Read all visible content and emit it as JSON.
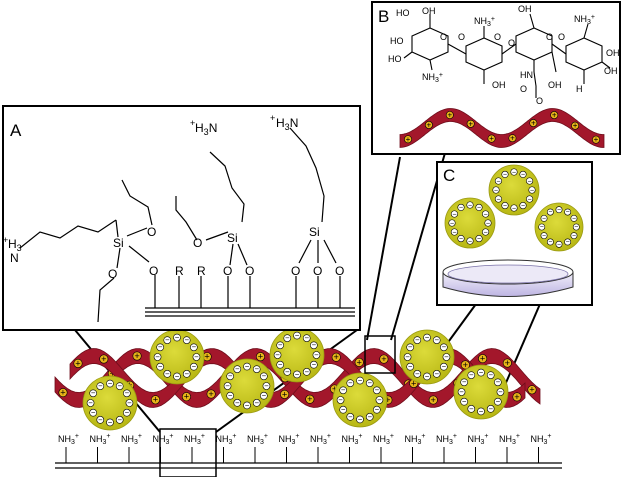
{
  "panels": {
    "a": {
      "letter": "A"
    },
    "b": {
      "letter": "B"
    },
    "c": {
      "letter": "C"
    }
  },
  "panel_a": {
    "n_label": "N",
    "h3_label": "H",
    "h3_sub": "3",
    "plus": "+",
    "si": "Si",
    "o": "O",
    "r": "R"
  },
  "panel_b": {
    "ho": "HO",
    "oh": "OH",
    "o": "O",
    "nh3": "NH",
    "nh3_sub": "3",
    "plus": "+",
    "hn": "HN",
    "h": "H"
  },
  "surface": {
    "amine_label": "NH",
    "amine_sub": "3",
    "amine_sup": "+",
    "amine_count": 16
  },
  "charges": {
    "positive": "+",
    "negative": "−"
  },
  "colors": {
    "chitosan_ribbon": "#a3172b",
    "nanoparticle_fill": "#c9c81c",
    "nanoparticle_edge": "#9a9a12",
    "petri_dish": "#c9c3e6",
    "border": "#000000"
  }
}
